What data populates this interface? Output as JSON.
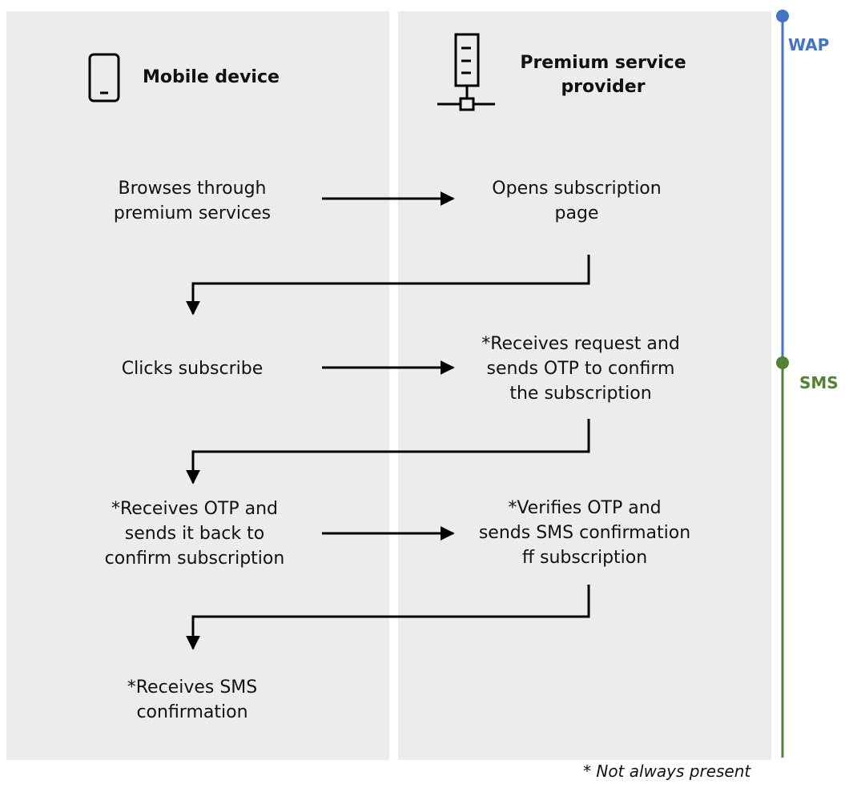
{
  "left_lane": {
    "title": "Mobile device",
    "icon": "mobile-device-icon",
    "steps": [
      "Browses through\npremium services",
      "Clicks subscribe",
      "*Receives OTP and\nsends it back to\nconfirm subscription",
      "*Receives SMS\nconfirmation"
    ]
  },
  "right_lane": {
    "title": "Premium service\nprovider",
    "icon": "server-icon",
    "steps": [
      "Opens subscription\npage",
      "*Receives request and\nsends OTP to confirm\nthe subscription",
      "*Verifies OTP and\nsends SMS confirmation\nff subscription"
    ]
  },
  "channels": [
    {
      "label": "WAP",
      "color": "#4472c4"
    },
    {
      "label": "SMS",
      "color": "#548235"
    }
  ],
  "footnote": "* Not always present",
  "colors": {
    "lane_bg": "#ececec",
    "arrow": "#000000"
  }
}
